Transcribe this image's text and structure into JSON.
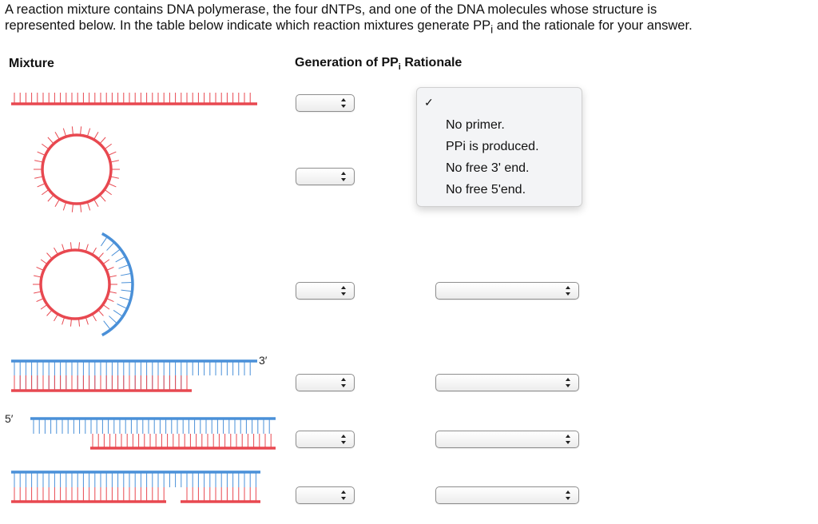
{
  "question": {
    "line1": "A reaction mixture contains DNA polymerase, the four dNTPs, and one of the DNA molecules whose structure is",
    "line2_main": "represented below. In the table below indicate which reaction mixtures generate PP",
    "line2_sub": "i",
    "line2_end": " and the rationale for your answer."
  },
  "headers": {
    "mixture": "Mixture",
    "generation": "Generation of PP",
    "generation_sub": "i",
    "rationale": "Rationale"
  },
  "molecules": {
    "label_3prime": "3′",
    "label_5prime": "5′",
    "colors": {
      "template": "#e84850",
      "primer": "#4a90d8"
    }
  },
  "rows": [
    {
      "generation_value": "",
      "rationale_value": "",
      "rationale_menu_open": true
    },
    {
      "generation_value": "",
      "rationale_value": ""
    },
    {
      "generation_value": "",
      "rationale_value": ""
    },
    {
      "generation_value": "",
      "rationale_value": ""
    },
    {
      "generation_value": "",
      "rationale_value": ""
    },
    {
      "generation_value": "",
      "rationale_value": ""
    }
  ],
  "rationale_menu": {
    "check_mark": "✓",
    "options": [
      "No primer.",
      "PPi is produced.",
      "No free 3' end.",
      "No free 5'end."
    ]
  }
}
